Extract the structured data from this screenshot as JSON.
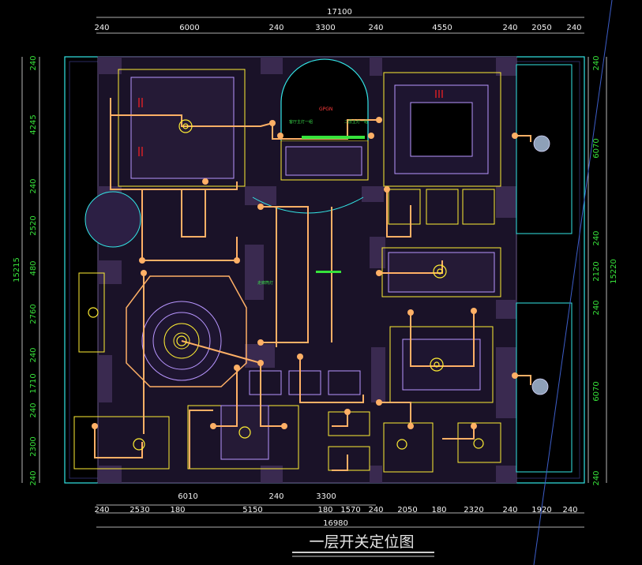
{
  "drawing": {
    "title": "一层开关定位图",
    "dims": {
      "top_total": "17100",
      "top_seg": [
        "240",
        "6000",
        "240",
        "3300",
        "240",
        "4550",
        "240",
        "2050",
        "240"
      ],
      "bottom_a": [
        "6010",
        "240",
        "3300"
      ],
      "bottom_b": [
        "240",
        "2530",
        "180",
        "5150",
        "180",
        "1570",
        "240",
        "2050",
        "180",
        "2320",
        "240",
        "1920",
        "240"
      ],
      "bottom_total": "16980",
      "left_seg": [
        "240",
        "4245",
        "240",
        "2520",
        "480",
        "2760",
        "240",
        "1710",
        "240",
        "2300",
        "240"
      ],
      "left_total": "15215",
      "right_seg": [
        "240",
        "6070",
        "240",
        "2120",
        "240",
        "6070",
        "240"
      ],
      "right_total": "15220"
    },
    "labels": {
      "hall": "GPGN",
      "small": [
        "客厅主灯一组",
        "二层主灯一组",
        "走廊筒灯"
      ]
    },
    "colors": {
      "wall": "#3a2a50",
      "orange": "#ffb066",
      "yellow": "#ffee33",
      "cyan": "#33e6e6",
      "green": "#36e33b",
      "white": "#f2f2f2",
      "red": "#ff2222"
    }
  }
}
